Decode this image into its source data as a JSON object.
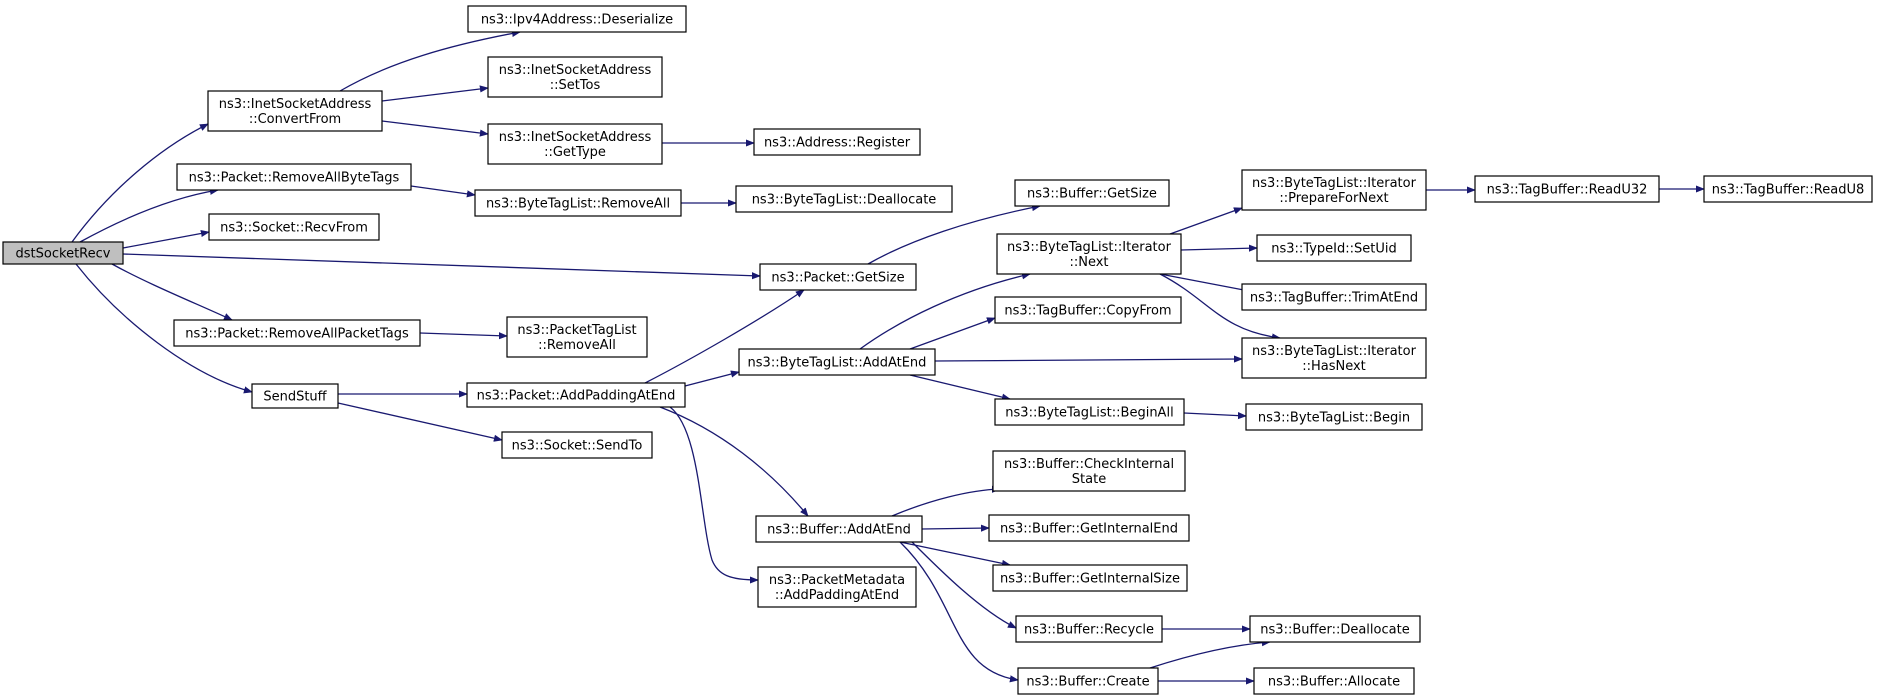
{
  "graph": {
    "nodes": [
      {
        "id": "dstSocketRecv",
        "lines": [
          "dstSocketRecv"
        ],
        "root": true
      },
      {
        "id": "InetConvertFrom",
        "lines": [
          "ns3::InetSocketAddress",
          "::ConvertFrom"
        ]
      },
      {
        "id": "Ipv4Deserialize",
        "lines": [
          "ns3::Ipv4Address::Deserialize"
        ]
      },
      {
        "id": "InetSetTos",
        "lines": [
          "ns3::InetSocketAddress",
          "::SetTos"
        ]
      },
      {
        "id": "InetGetType",
        "lines": [
          "ns3::InetSocketAddress",
          "::GetType"
        ]
      },
      {
        "id": "AddressRegister",
        "lines": [
          "ns3::Address::Register"
        ]
      },
      {
        "id": "PacketRemoveAllByteTags",
        "lines": [
          "ns3::Packet::RemoveAllByteTags"
        ]
      },
      {
        "id": "BTLRemoveAll",
        "lines": [
          "ns3::ByteTagList::RemoveAll"
        ]
      },
      {
        "id": "BTLDeallocate",
        "lines": [
          "ns3::ByteTagList::Deallocate"
        ]
      },
      {
        "id": "SocketRecvFrom",
        "lines": [
          "ns3::Socket::RecvFrom"
        ]
      },
      {
        "id": "PacketGetSize",
        "lines": [
          "ns3::Packet::GetSize"
        ]
      },
      {
        "id": "BufferGetSize",
        "lines": [
          "ns3::Buffer::GetSize"
        ]
      },
      {
        "id": "PacketRemoveAllPacketTags",
        "lines": [
          "ns3::Packet::RemoveAllPacketTags"
        ]
      },
      {
        "id": "PTLRemoveAll",
        "lines": [
          "ns3::PacketTagList",
          "::RemoveAll"
        ]
      },
      {
        "id": "SendStuff",
        "lines": [
          "SendStuff"
        ]
      },
      {
        "id": "PacketAddPaddingAtEnd",
        "lines": [
          "ns3::Packet::AddPaddingAtEnd"
        ]
      },
      {
        "id": "SocketSendTo",
        "lines": [
          "ns3::Socket::SendTo"
        ]
      },
      {
        "id": "BTLAddAtEnd",
        "lines": [
          "ns3::ByteTagList::AddAtEnd"
        ]
      },
      {
        "id": "BTLIterNext",
        "lines": [
          "ns3::ByteTagList::Iterator",
          "::Next"
        ]
      },
      {
        "id": "TagBufferCopyFrom",
        "lines": [
          "ns3::TagBuffer::CopyFrom"
        ]
      },
      {
        "id": "BTLBeginAll",
        "lines": [
          "ns3::ByteTagList::BeginAll"
        ]
      },
      {
        "id": "BTLIterPrepareForNext",
        "lines": [
          "ns3::ByteTagList::Iterator",
          "::PrepareForNext"
        ]
      },
      {
        "id": "TypeIdSetUid",
        "lines": [
          "ns3::TypeId::SetUid"
        ]
      },
      {
        "id": "TagBufferTrimAtEnd",
        "lines": [
          "ns3::TagBuffer::TrimAtEnd"
        ]
      },
      {
        "id": "BTLIterHasNext",
        "lines": [
          "ns3::ByteTagList::Iterator",
          "::HasNext"
        ]
      },
      {
        "id": "BTLBegin",
        "lines": [
          "ns3::ByteTagList::Begin"
        ]
      },
      {
        "id": "TagBufferReadU32",
        "lines": [
          "ns3::TagBuffer::ReadU32"
        ]
      },
      {
        "id": "TagBufferReadU8",
        "lines": [
          "ns3::TagBuffer::ReadU8"
        ]
      },
      {
        "id": "BufferAddAtEnd",
        "lines": [
          "ns3::Buffer::AddAtEnd"
        ]
      },
      {
        "id": "PMAddPaddingAtEnd",
        "lines": [
          "ns3::PacketMetadata",
          "::AddPaddingAtEnd"
        ]
      },
      {
        "id": "BufferCheckInternalState",
        "lines": [
          "ns3::Buffer::CheckInternal",
          "State"
        ]
      },
      {
        "id": "BufferGetInternalEnd",
        "lines": [
          "ns3::Buffer::GetInternalEnd"
        ]
      },
      {
        "id": "BufferGetInternalSize",
        "lines": [
          "ns3::Buffer::GetInternalSize"
        ]
      },
      {
        "id": "BufferRecycle",
        "lines": [
          "ns3::Buffer::Recycle"
        ]
      },
      {
        "id": "BufferCreate",
        "lines": [
          "ns3::Buffer::Create"
        ]
      },
      {
        "id": "BufferDeallocate",
        "lines": [
          "ns3::Buffer::Deallocate"
        ]
      },
      {
        "id": "BufferAllocate",
        "lines": [
          "ns3::Buffer::Allocate"
        ]
      }
    ],
    "edges": [
      {
        "from": "dstSocketRecv",
        "to": "InetConvertFrom"
      },
      {
        "from": "dstSocketRecv",
        "to": "PacketRemoveAllByteTags"
      },
      {
        "from": "dstSocketRecv",
        "to": "SocketRecvFrom"
      },
      {
        "from": "dstSocketRecv",
        "to": "PacketGetSize"
      },
      {
        "from": "dstSocketRecv",
        "to": "PacketRemoveAllPacketTags"
      },
      {
        "from": "dstSocketRecv",
        "to": "SendStuff"
      },
      {
        "from": "InetConvertFrom",
        "to": "Ipv4Deserialize"
      },
      {
        "from": "InetConvertFrom",
        "to": "InetSetTos"
      },
      {
        "from": "InetConvertFrom",
        "to": "InetGetType"
      },
      {
        "from": "InetGetType",
        "to": "AddressRegister"
      },
      {
        "from": "PacketRemoveAllByteTags",
        "to": "BTLRemoveAll"
      },
      {
        "from": "BTLRemoveAll",
        "to": "BTLDeallocate"
      },
      {
        "from": "PacketGetSize",
        "to": "BufferGetSize"
      },
      {
        "from": "PacketRemoveAllPacketTags",
        "to": "PTLRemoveAll"
      },
      {
        "from": "SendStuff",
        "to": "PacketAddPaddingAtEnd"
      },
      {
        "from": "SendStuff",
        "to": "SocketSendTo"
      },
      {
        "from": "PacketAddPaddingAtEnd",
        "to": "PacketGetSize"
      },
      {
        "from": "PacketAddPaddingAtEnd",
        "to": "BTLAddAtEnd"
      },
      {
        "from": "PacketAddPaddingAtEnd",
        "to": "BufferAddAtEnd"
      },
      {
        "from": "PacketAddPaddingAtEnd",
        "to": "PMAddPaddingAtEnd"
      },
      {
        "from": "BTLAddAtEnd",
        "to": "BTLIterNext"
      },
      {
        "from": "BTLAddAtEnd",
        "to": "TagBufferCopyFrom"
      },
      {
        "from": "BTLAddAtEnd",
        "to": "BTLIterHasNext"
      },
      {
        "from": "BTLAddAtEnd",
        "to": "BTLBeginAll"
      },
      {
        "from": "BTLIterNext",
        "to": "BTLIterPrepareForNext"
      },
      {
        "from": "BTLIterNext",
        "to": "TypeIdSetUid"
      },
      {
        "from": "BTLIterNext",
        "to": "TagBufferTrimAtEnd"
      },
      {
        "from": "BTLIterNext",
        "to": "BTLIterHasNext"
      },
      {
        "from": "BTLIterPrepareForNext",
        "to": "TagBufferReadU32"
      },
      {
        "from": "TagBufferReadU32",
        "to": "TagBufferReadU8"
      },
      {
        "from": "BTLBeginAll",
        "to": "BTLBegin"
      },
      {
        "from": "BufferAddAtEnd",
        "to": "BufferCheckInternalState"
      },
      {
        "from": "BufferAddAtEnd",
        "to": "BufferGetInternalEnd"
      },
      {
        "from": "BufferAddAtEnd",
        "to": "BufferGetInternalSize"
      },
      {
        "from": "BufferAddAtEnd",
        "to": "BufferRecycle"
      },
      {
        "from": "BufferAddAtEnd",
        "to": "BufferCreate"
      },
      {
        "from": "BufferRecycle",
        "to": "BufferDeallocate"
      },
      {
        "from": "BufferCreate",
        "to": "BufferDeallocate"
      },
      {
        "from": "BufferCreate",
        "to": "BufferAllocate"
      }
    ],
    "colors": {
      "edge": "#191970",
      "root_fill": "#bfbfbf",
      "node_fill": "#ffffff",
      "border": "#000000"
    }
  }
}
